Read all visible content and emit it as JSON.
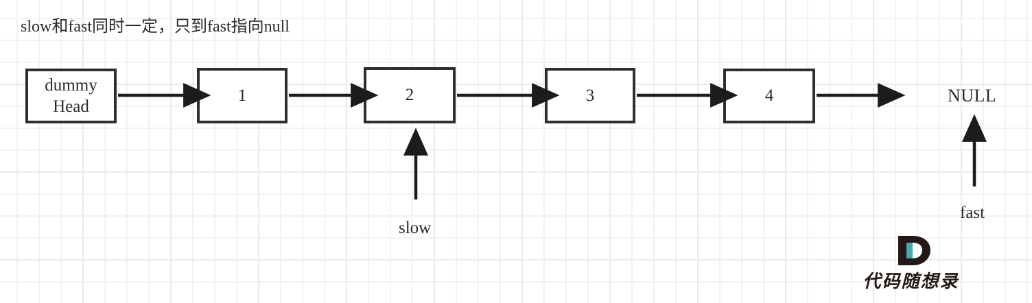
{
  "diagram": {
    "caption": "slow和fast同时一定，只到fast指向null",
    "nodes": [
      {
        "id": "dummy",
        "label": "dummy\nHead"
      },
      {
        "id": "n1",
        "label": "1"
      },
      {
        "id": "n2",
        "label": "2"
      },
      {
        "id": "n3",
        "label": "3"
      },
      {
        "id": "n4",
        "label": "4"
      }
    ],
    "terminal_label": "NULL",
    "pointers": [
      {
        "name": "slow",
        "label": "slow",
        "target": "n2"
      },
      {
        "name": "fast",
        "label": "fast",
        "target": "NULL"
      }
    ],
    "colors": {
      "node_border": "#2e2e2e",
      "arrow": "#1c1c1c",
      "text": "#2b2b2b",
      "grid_minor": "#f2f2f2",
      "grid_major": "#eaeaea",
      "background": "#ffffff",
      "watermark_dark": "#231815",
      "watermark_teal": "#4aa8ad"
    }
  },
  "watermark": {
    "logo_letter": "D",
    "text": "代码随想录"
  }
}
